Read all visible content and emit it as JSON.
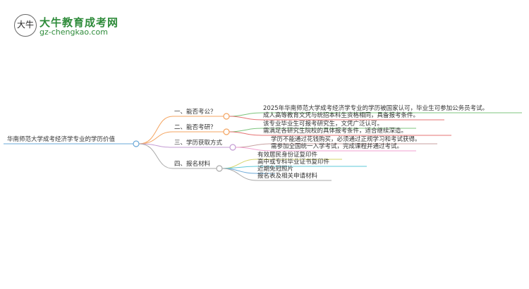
{
  "logo": {
    "title": "大牛教育成考网",
    "url": "gz-chengkao.com",
    "mark": "大牛"
  },
  "root": "华南师范大学成考经济学专业的学历价值",
  "branches": [
    {
      "label": "一、能否考公？",
      "color": "#f4a460",
      "leaves": [
        {
          "text": "2025年华南师范大学成考经济学专业的学历被国家认可，毕业生可参加公务员考试。",
          "color": "#7cc47c"
        },
        {
          "text": "成人高等教育文凭与统招本科生资格相同，具备报考条件。",
          "color": "#e57373"
        }
      ]
    },
    {
      "label": "二、能否考研？",
      "color": "#f4a460",
      "leaves": [
        {
          "text": "该专业毕业生可报考研究生，文凭广泛认可。",
          "color": "#7cc47c"
        },
        {
          "text": "需满足各研究生院校的具体报考条件，适合继续深造。",
          "color": "#e57373"
        }
      ]
    },
    {
      "label": "三、学历获取方式",
      "color": "#c39bd3",
      "leaves": [
        {
          "text": "学历不能通过花钱购买，必须通过正规学习和考试获得。",
          "color": "#c8a2a2"
        },
        {
          "text": "需参加全国统一入学考试，完成课程并通过考试。",
          "color": "#f0a0d0"
        }
      ]
    },
    {
      "label": "四、报名材料",
      "color": "#aaaaaa",
      "leaves": [
        {
          "text": "有效居民身份证复印件",
          "color": "#d4d46a"
        },
        {
          "text": "高中或专科毕业证书复印件",
          "color": "#5cc8d8"
        },
        {
          "text": "近期免冠照片",
          "color": "#6aa8d8"
        },
        {
          "text": "报名表及相关申请材料",
          "color": "#aaaaaa"
        }
      ]
    }
  ],
  "root_color": "#6aa8d8"
}
